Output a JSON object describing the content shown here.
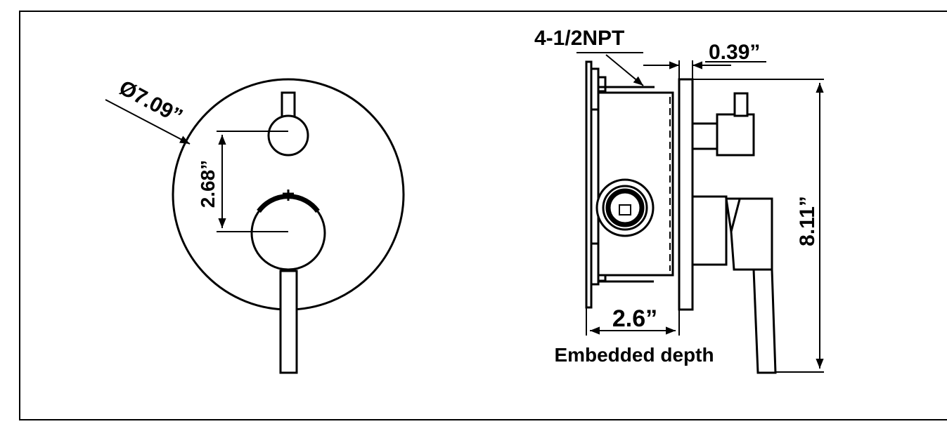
{
  "front_view": {
    "diameter_label": "Ø7.09”",
    "spacing_label": "2.68”"
  },
  "side_view": {
    "thread_label": "4-1/2NPT",
    "plate_thickness_label": "0.39”",
    "height_label": "8.11”",
    "depth_label": "2.6”",
    "depth_caption": "Embedded depth"
  },
  "colors": {
    "line": "#000000",
    "background": "#ffffff"
  }
}
